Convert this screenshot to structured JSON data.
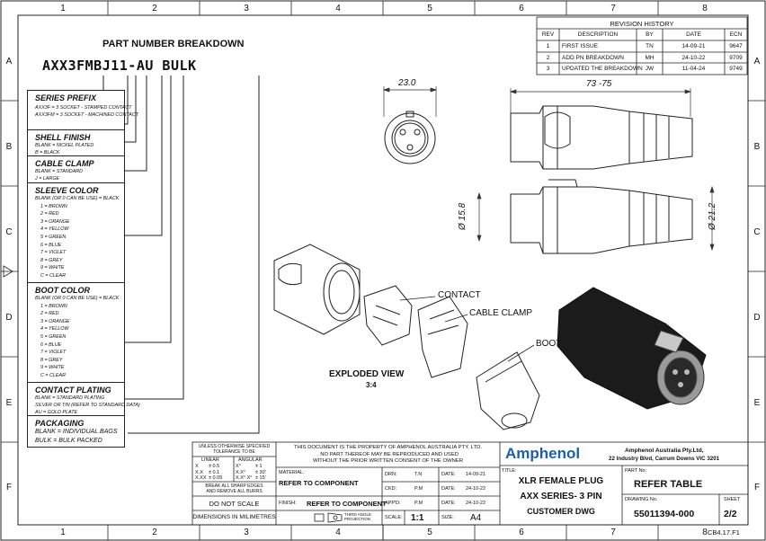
{
  "zones": {
    "columns": [
      "1",
      "2",
      "3",
      "4",
      "5",
      "6",
      "7",
      "8"
    ],
    "rows": [
      "A",
      "B",
      "C",
      "D",
      "E",
      "F"
    ]
  },
  "part_number": {
    "heading": "PART NUMBER BREAKDOWN",
    "code": "AXX3FMBJ11-AU BULK"
  },
  "breakdown": [
    {
      "title": "SERIES PREFIX",
      "options": [
        "AXX3F = 3 SOCKET - STAMPED CONTACT",
        "AXX3FM = 3 SOCKET - MACHINED CONTACT"
      ]
    },
    {
      "title": "SHELL FINISH",
      "options": [
        "BLANK = NICKEL PLATED",
        "B = BLACK"
      ]
    },
    {
      "title": "CABLE CLAMP",
      "options": [
        "BLANK = STANDARD",
        "J = LARGE"
      ]
    },
    {
      "title": "SLEEVE COLOR",
      "options": [
        "BLANK (OR 0 CAN BE USE) = BLACK",
        "1 = BROWN",
        "2 = RED",
        "3 = ORANGE",
        "4 = YELLOW",
        "5 = GREEN",
        "6 = BLUE",
        "7 = VIOLET",
        "8 = GREY",
        "9 = WHITE",
        "C = CLEAR"
      ]
    },
    {
      "title": "BOOT COLOR",
      "options": [
        "BLANK (OR 0 CAN BE USE) = BLACK",
        "1 = BROWN",
        "2 = RED",
        "3 = ORANGE",
        "4 = YELLOW",
        "5 = GREEN",
        "6 = BLUE",
        "7 = VIOLET",
        "8 = GREY",
        "9 = WHITE",
        "C = CLEAR"
      ]
    },
    {
      "title": "CONTACT PLATING",
      "options": [
        "BLANK = STANDARD PLATING",
        "SILVER OR TIN (REFER TO STANDARD DATA)",
        "AU = GOLD PLATE"
      ]
    },
    {
      "title": "PACKAGING",
      "options": [
        "BLANK = INDIVIDUAL BAGS",
        "BULK = BULK PACKED"
      ]
    }
  ],
  "revision_history": {
    "title": "REVISION HISTORY",
    "headers": [
      "REV",
      "DESCRIPTION",
      "BY",
      "DATE",
      "ECN"
    ],
    "rows": [
      [
        "1",
        "FIRST ISSUE",
        "TN",
        "14-09-21",
        "9647"
      ],
      [
        "2",
        "ADD PN BREAKDOWN",
        "MH",
        "24-10-22",
        "9709"
      ],
      [
        "3",
        "UPDATED THE BREAKDOWN",
        "JW",
        "11-04-24",
        "9749"
      ]
    ]
  },
  "dimensions": {
    "width_23": "23.0",
    "length": "73 -75",
    "dia_15_8": "Ø 15.8",
    "dia_21_2": "Ø 21.2"
  },
  "callouts": {
    "contact": "CONTACT",
    "cable_clamp": "CABLE CLAMP",
    "boot": "BOOT",
    "exploded_view": "EXPLODED VIEW",
    "scale": "3:4"
  },
  "tolerance": {
    "header1": "UNLESS OTHERWISE SPECIFIED",
    "header2": "TOLERANCE TO BE",
    "linear_label": "LINEAR",
    "angular_label": "ANGULAR",
    "linear": [
      [
        "X",
        "± 0.5"
      ],
      [
        "X.X",
        "± 0.1"
      ],
      [
        "X.XX",
        "± 0.05"
      ]
    ],
    "angular": [
      [
        "X°",
        "± 1"
      ],
      [
        "X.X°",
        "± 30'"
      ],
      [
        "X.X°.X°",
        "± 15'"
      ]
    ],
    "edges1": "BREAK ALL SHARP EDGES",
    "edges2": "AND REMOVE ALL BURRS",
    "do_not_scale": "DO NOT SCALE",
    "dimensions_in": "DIMENSIONS IN MILIMETRES"
  },
  "property_notice": [
    "THIS DOCUMENT IS THE PROPERTY OF AMPHENOL AUSTRALIA PTY. LTD.",
    ". NO PART THEREOF MAY BE REPRODUCED AND USED",
    "WITHOUT THE PRIOR WRITTEN CONSENT OF THE OWNER"
  ],
  "material_label": "MATERIAL:",
  "material_value": "REFER TO COMPONENT",
  "finish_label": "FINISH:",
  "finish_value": "REFER TO COMPONENT",
  "projection_label": "THIRD ANGLE PROJECTION",
  "signoff": {
    "drn_label": "DRN:",
    "drn": "T.N",
    "drn_date_label": "DATE:",
    "drn_date": "14-09-21",
    "ckd_label": "CKD:",
    "ckd": "P.M",
    "ckd_date_label": "DATE:",
    "ckd_date": "24-10-22",
    "appd_label": "APP'D:",
    "appd": "P.M",
    "appd_date_label": "DATE:",
    "appd_date": "24-10-22"
  },
  "scale_label": "SCALE:",
  "scale_value": "1:1",
  "size_label": "SIZE:",
  "size_value": "A4",
  "company": {
    "logo": "Amphenol",
    "name": "Amphenol Australia Pty.Ltd,",
    "address": "22 Industry Blvd, Carrum Downs VIC 3201"
  },
  "title_label": "TITLE:",
  "title_lines": [
    "XLR FEMALE PLUG",
    "AXX SERIES- 3 PIN",
    "CUSTOMER DWG"
  ],
  "part_no_label": "PART No:",
  "part_no_value": "REFER TABLE",
  "drawing_no_label": "DRAWING No.",
  "drawing_no": "55011394-000",
  "sheet_label": "SHEET",
  "sheet_value": "2/2",
  "form_code": "CB4.17.F1",
  "colors": {
    "logo_blue": "#1f5fa8",
    "line": "#222222",
    "boot_black": "#1b1b1b"
  }
}
